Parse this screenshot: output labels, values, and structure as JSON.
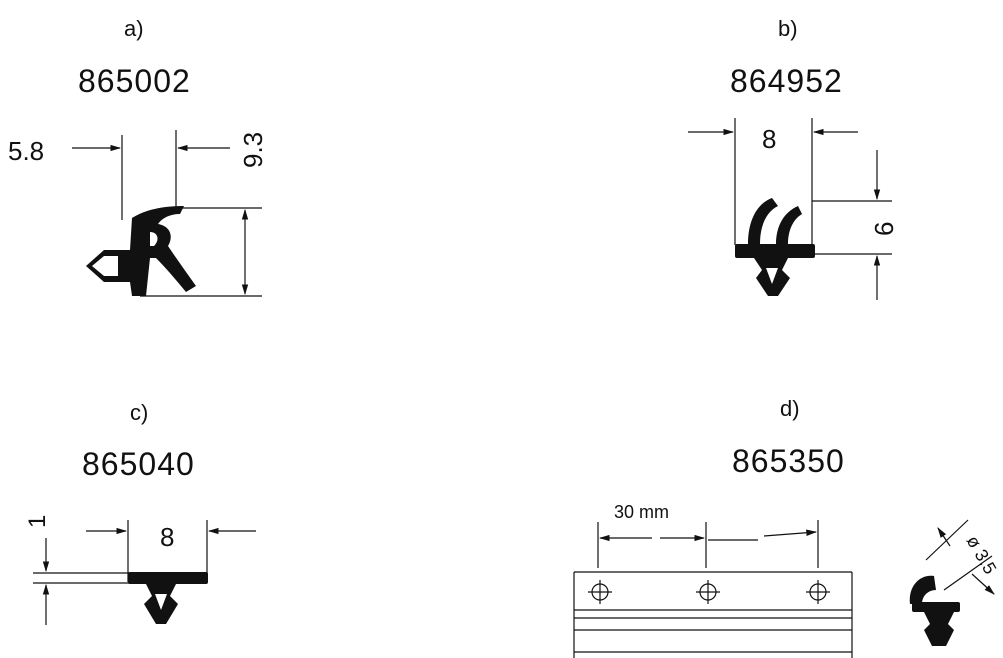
{
  "panels": {
    "a": {
      "letter": "a)",
      "code": "865002",
      "dim_width": "5.8",
      "dim_height": "9.3"
    },
    "b": {
      "letter": "b)",
      "code": "864952",
      "dim_width": "8",
      "dim_height": "6"
    },
    "c": {
      "letter": "c)",
      "code": "865040",
      "dim_width": "8",
      "dim_thickness": "1"
    },
    "d": {
      "letter": "d)",
      "code": "865350",
      "dim_spacing": "30 mm",
      "dim_diameter": "ø 3.5"
    }
  }
}
